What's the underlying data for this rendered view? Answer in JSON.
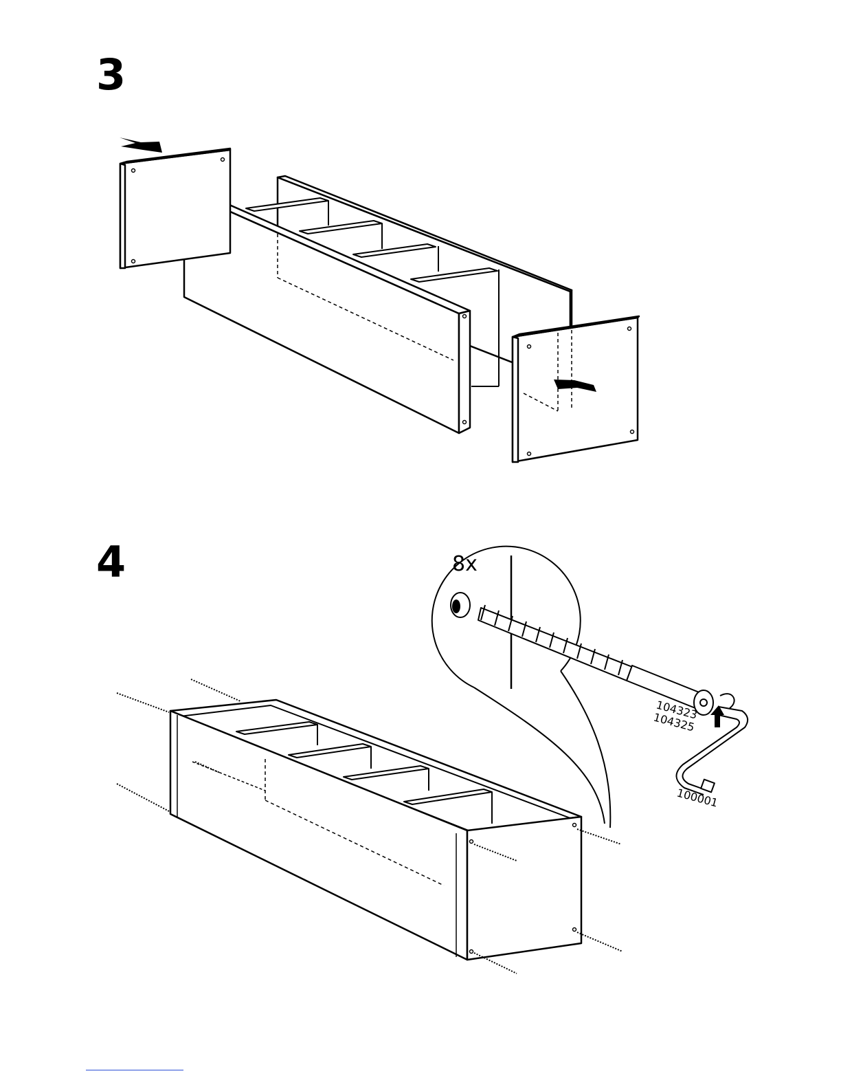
{
  "step3": {
    "number": "3"
  },
  "step4": {
    "number": "4",
    "quantity": "8x",
    "screw_parts": [
      "104323",
      "104325"
    ],
    "tool_part": "100001"
  },
  "colors": {
    "line": "#000000",
    "footer_rule": "#2b4fd6"
  }
}
